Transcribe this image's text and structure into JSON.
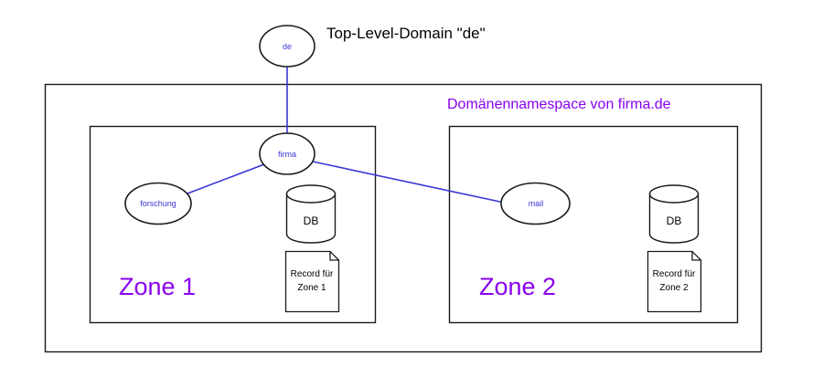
{
  "diagram": {
    "title_label": "Top-Level-Domain \"de\"",
    "namespace_label": "Domänennamespace von firma.de",
    "colors": {
      "accent_purple": "#8a00ef",
      "node_text_blue": "#3a36d6",
      "edge_blue": "#3a36d6",
      "shape_stroke": "#1a1a1a",
      "background": "#ffffff"
    },
    "nodes": {
      "de": {
        "label": "de"
      },
      "firma": {
        "label": "firma"
      },
      "forschung": {
        "label": "forschung"
      },
      "mail": {
        "label": "mail"
      }
    },
    "zones": [
      {
        "title": "Zone 1",
        "db_label": "DB",
        "record_line1": "Record für",
        "record_line2": "Zone 1"
      },
      {
        "title": "Zone 2",
        "db_label": "DB",
        "record_line1": "Record für",
        "record_line2": "Zone 2"
      }
    ],
    "edges": [
      {
        "from": "de",
        "to": "firma"
      },
      {
        "from": "firma",
        "to": "forschung"
      },
      {
        "from": "firma",
        "to": "mail"
      }
    ]
  }
}
